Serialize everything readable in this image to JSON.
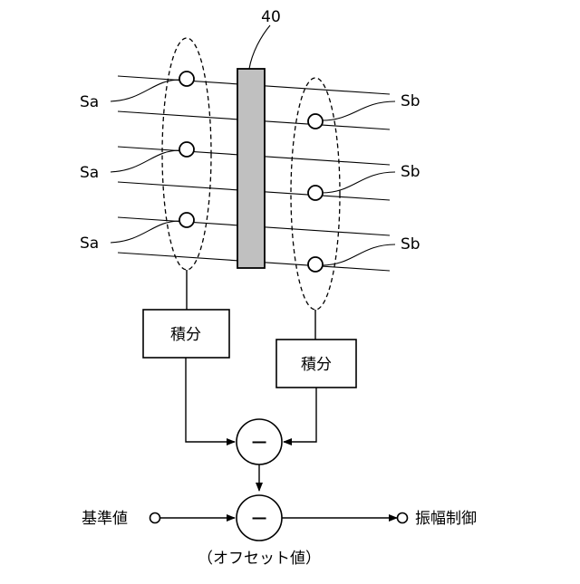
{
  "diagram": {
    "element_number": "40",
    "sensor_a_label": "Sa",
    "sensor_b_label": "Sb",
    "integrator_a_label": "積分",
    "integrator_b_label": "積分",
    "subtractor_top_symbol": "−",
    "subtractor_bottom_symbol": "−",
    "reference_label": "基準値",
    "output_label": "振幅制御",
    "offset_label": "（オフセット値）",
    "plate_color": "#c0c0c0"
  }
}
